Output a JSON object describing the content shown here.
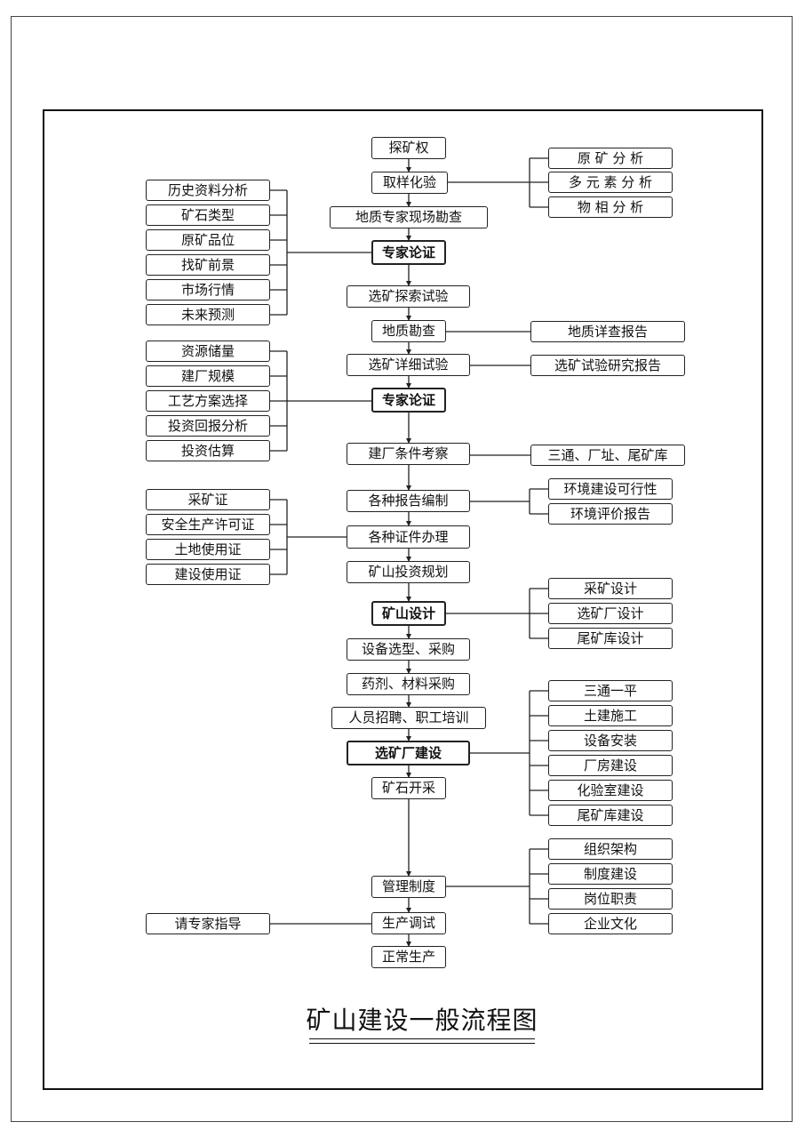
{
  "title": "矿山建设一般流程图",
  "main_flow": [
    {
      "id": "exploration-right",
      "label": "探矿权"
    },
    {
      "id": "sampling-assay",
      "label": "取样化验"
    },
    {
      "id": "geologist-site-survey",
      "label": "地质专家现场勘查"
    },
    {
      "id": "expert-review-1",
      "label": "专家论证"
    },
    {
      "id": "beneficiation-exploratory-test",
      "label": "选矿探索试验"
    },
    {
      "id": "geological-survey",
      "label": "地质勘查"
    },
    {
      "id": "beneficiation-detailed-test",
      "label": "选矿详细试验"
    },
    {
      "id": "expert-review-2",
      "label": "专家论证"
    },
    {
      "id": "plant-site-inspection",
      "label": "建厂条件考察"
    },
    {
      "id": "report-compilation",
      "label": "各种报告编制"
    },
    {
      "id": "license-processing",
      "label": "各种证件办理"
    },
    {
      "id": "mine-investment-planning",
      "label": "矿山投资规划"
    },
    {
      "id": "mine-design",
      "label": "矿山设计"
    },
    {
      "id": "equipment-procurement",
      "label": "设备选型、采购"
    },
    {
      "id": "reagent-material-procurement",
      "label": "药剂、材料采购"
    },
    {
      "id": "staff-recruitment-training",
      "label": "人员招聘、职工培训"
    },
    {
      "id": "plant-construction",
      "label": "选矿厂建设"
    },
    {
      "id": "ore-mining",
      "label": "矿石开采"
    },
    {
      "id": "management-system",
      "label": "管理制度"
    },
    {
      "id": "production-commissioning",
      "label": "生产调试"
    },
    {
      "id": "normal-production",
      "label": "正常生产"
    }
  ],
  "side_nodes": [
    {
      "id": "raw-ore-analysis",
      "label": "原 矿 分 析"
    },
    {
      "id": "multi-element-analysis",
      "label": "多 元 素 分 析"
    },
    {
      "id": "phase-analysis",
      "label": "物 相 分 析"
    },
    {
      "id": "historical-data-analysis",
      "label": "历史资料分析"
    },
    {
      "id": "ore-type",
      "label": "矿石类型"
    },
    {
      "id": "raw-ore-grade",
      "label": "原矿品位"
    },
    {
      "id": "prospecting-outlook",
      "label": "找矿前景"
    },
    {
      "id": "market-conditions",
      "label": "市场行情"
    },
    {
      "id": "future-forecast",
      "label": "未来预测"
    },
    {
      "id": "geological-detailed-report",
      "label": "地质详查报告"
    },
    {
      "id": "beneficiation-research-report",
      "label": "选矿试验研究报告"
    },
    {
      "id": "resource-reserves",
      "label": "资源储量"
    },
    {
      "id": "plant-scale",
      "label": "建厂规模"
    },
    {
      "id": "process-scheme-selection",
      "label": "工艺方案选择"
    },
    {
      "id": "investment-return-analysis",
      "label": "投资回报分析"
    },
    {
      "id": "investment-estimate",
      "label": "投资估算"
    },
    {
      "id": "utilities-site-tailings",
      "label": "三通、厂址、尾矿库"
    },
    {
      "id": "environmental-feasibility",
      "label": "环境建设可行性"
    },
    {
      "id": "environmental-assessment-report",
      "label": "环境评价报告"
    },
    {
      "id": "mining-license",
      "label": "采矿证"
    },
    {
      "id": "safety-production-permit",
      "label": "安全生产许可证"
    },
    {
      "id": "land-use-certificate",
      "label": "土地使用证"
    },
    {
      "id": "construction-use-certificate",
      "label": "建设使用证"
    },
    {
      "id": "mining-design",
      "label": "采矿设计"
    },
    {
      "id": "plant-design",
      "label": "选矿厂设计"
    },
    {
      "id": "tailings-design",
      "label": "尾矿库设计"
    },
    {
      "id": "utilities-leveling",
      "label": "三通一平"
    },
    {
      "id": "civil-construction",
      "label": "土建施工"
    },
    {
      "id": "equipment-installation",
      "label": "设备安装"
    },
    {
      "id": "workshop-construction",
      "label": "厂房建设"
    },
    {
      "id": "laboratory-construction",
      "label": "化验室建设"
    },
    {
      "id": "tailings-construction",
      "label": "尾矿库建设"
    },
    {
      "id": "organization-structure",
      "label": "组织架构"
    },
    {
      "id": "system-building",
      "label": "制度建设"
    },
    {
      "id": "job-responsibilities",
      "label": "岗位职责"
    },
    {
      "id": "corporate-culture",
      "label": "企业文化"
    },
    {
      "id": "consult-experts",
      "label": "请专家指导"
    }
  ],
  "links": [
    {
      "from": "exploration-right",
      "to": "sampling-assay"
    },
    {
      "from": "sampling-assay",
      "to": "geologist-site-survey"
    },
    {
      "from": "geologist-site-survey",
      "to": "expert-review-1"
    },
    {
      "from": "expert-review-1",
      "to": "beneficiation-exploratory-test"
    },
    {
      "from": "beneficiation-exploratory-test",
      "to": "geological-survey"
    },
    {
      "from": "geological-survey",
      "to": "beneficiation-detailed-test"
    },
    {
      "from": "beneficiation-detailed-test",
      "to": "expert-review-2"
    },
    {
      "from": "expert-review-2",
      "to": "plant-site-inspection"
    },
    {
      "from": "plant-site-inspection",
      "to": "report-compilation"
    },
    {
      "from": "report-compilation",
      "to": "license-processing"
    },
    {
      "from": "license-processing",
      "to": "mine-investment-planning"
    },
    {
      "from": "mine-investment-planning",
      "to": "mine-design"
    },
    {
      "from": "mine-design",
      "to": "equipment-procurement"
    },
    {
      "from": "equipment-procurement",
      "to": "reagent-material-procurement"
    },
    {
      "from": "reagent-material-procurement",
      "to": "staff-recruitment-training"
    },
    {
      "from": "staff-recruitment-training",
      "to": "plant-construction"
    },
    {
      "from": "plant-construction",
      "to": "ore-mining"
    },
    {
      "from": "ore-mining",
      "to": "management-system"
    },
    {
      "from": "management-system",
      "to": "production-commissioning"
    },
    {
      "from": "production-commissioning",
      "to": "normal-production"
    },
    {
      "from": "sampling-assay",
      "to": "raw-ore-analysis"
    },
    {
      "from": "sampling-assay",
      "to": "multi-element-analysis"
    },
    {
      "from": "sampling-assay",
      "to": "phase-analysis"
    },
    {
      "from": "historical-data-analysis",
      "to": "expert-review-1"
    },
    {
      "from": "ore-type",
      "to": "expert-review-1"
    },
    {
      "from": "raw-ore-grade",
      "to": "expert-review-1"
    },
    {
      "from": "prospecting-outlook",
      "to": "expert-review-1"
    },
    {
      "from": "market-conditions",
      "to": "expert-review-1"
    },
    {
      "from": "future-forecast",
      "to": "expert-review-1"
    },
    {
      "from": "geological-survey",
      "to": "geological-detailed-report"
    },
    {
      "from": "beneficiation-detailed-test",
      "to": "beneficiation-research-report"
    },
    {
      "from": "resource-reserves",
      "to": "expert-review-2"
    },
    {
      "from": "plant-scale",
      "to": "expert-review-2"
    },
    {
      "from": "process-scheme-selection",
      "to": "expert-review-2"
    },
    {
      "from": "investment-return-analysis",
      "to": "expert-review-2"
    },
    {
      "from": "investment-estimate",
      "to": "expert-review-2"
    },
    {
      "from": "plant-site-inspection",
      "to": "utilities-site-tailings"
    },
    {
      "from": "report-compilation",
      "to": "environmental-feasibility"
    },
    {
      "from": "report-compilation",
      "to": "environmental-assessment-report"
    },
    {
      "from": "mining-license",
      "to": "license-processing"
    },
    {
      "from": "safety-production-permit",
      "to": "license-processing"
    },
    {
      "from": "land-use-certificate",
      "to": "license-processing"
    },
    {
      "from": "construction-use-certificate",
      "to": "license-processing"
    },
    {
      "from": "mine-design",
      "to": "mining-design"
    },
    {
      "from": "mine-design",
      "to": "plant-design"
    },
    {
      "from": "mine-design",
      "to": "tailings-design"
    },
    {
      "from": "plant-construction",
      "to": "utilities-leveling"
    },
    {
      "from": "plant-construction",
      "to": "civil-construction"
    },
    {
      "from": "plant-construction",
      "to": "equipment-installation"
    },
    {
      "from": "plant-construction",
      "to": "workshop-construction"
    },
    {
      "from": "plant-construction",
      "to": "laboratory-construction"
    },
    {
      "from": "plant-construction",
      "to": "tailings-construction"
    },
    {
      "from": "management-system",
      "to": "organization-structure"
    },
    {
      "from": "management-system",
      "to": "system-building"
    },
    {
      "from": "management-system",
      "to": "job-responsibilities"
    },
    {
      "from": "management-system",
      "to": "corporate-culture"
    },
    {
      "from": "consult-experts",
      "to": "production-commissioning"
    }
  ]
}
